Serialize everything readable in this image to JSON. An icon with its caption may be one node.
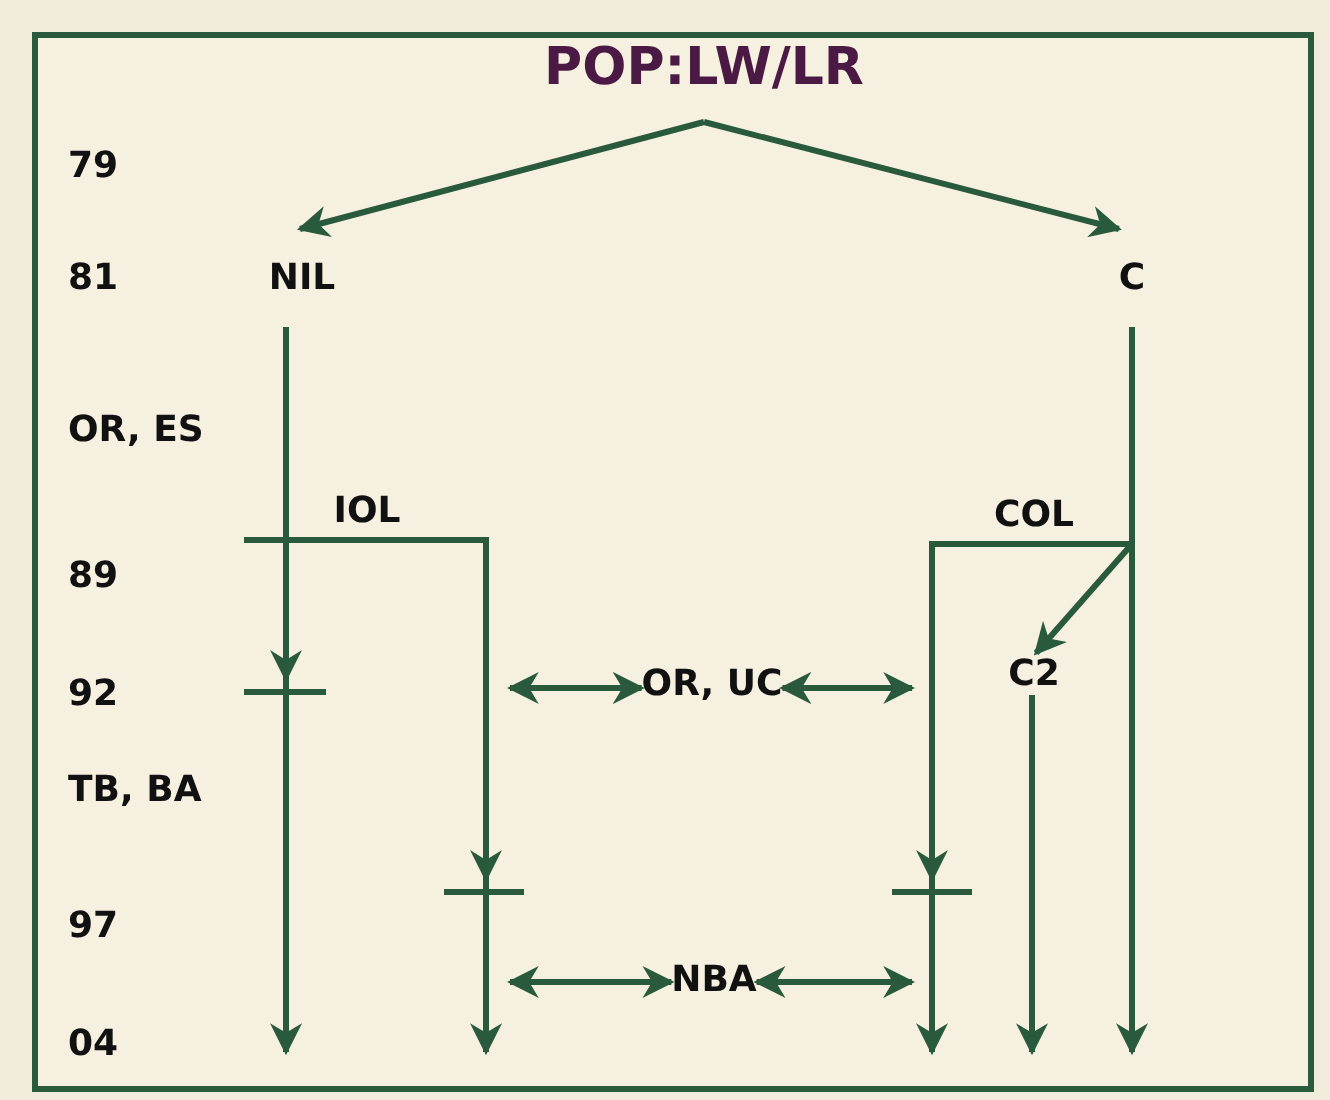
{
  "diagram": {
    "nodes": [
      {
        "text": [
          "POP:LW/LR"
        ]
      },
      {
        "text": [
          "NIL"
        ]
      },
      {
        "text": [
          "C"
        ]
      },
      {
        "text": [
          "IOL"
        ]
      },
      {
        "text": [
          "COL"
        ]
      },
      {
        "text": [
          "C2"
        ]
      },
      {
        "text": [
          "OR, UC"
        ]
      },
      {
        "text": [
          "NBA"
        ]
      }
    ],
    "edges": [
      {
        "from": 0,
        "to": 1,
        "arrow": "to"
      },
      {
        "from": 0,
        "to": 2,
        "arrow": "to"
      },
      {
        "from": 1,
        "to": null,
        "arrow": "to"
      },
      {
        "from": 2,
        "to": null,
        "arrow": "to"
      },
      {
        "from": 4,
        "to": 5,
        "arrow": "to"
      },
      {
        "from": 4,
        "to": null,
        "arrow": "to"
      },
      {
        "from": 3,
        "to": null,
        "arrow": "to"
      },
      {
        "from": 5,
        "to": null,
        "arrow": "to"
      },
      {
        "from": 6,
        "to": null,
        "arrow": "both"
      },
      {
        "from": 6,
        "to": null,
        "arrow": "both"
      },
      {
        "from": 7,
        "to": null,
        "arrow": "both"
      },
      {
        "from": 7,
        "to": null,
        "arrow": "both"
      }
    ],
    "labels": [
      "79",
      "81",
      "OR, ES",
      "89",
      "92",
      "TB, BA",
      "97",
      "04"
    ]
  }
}
